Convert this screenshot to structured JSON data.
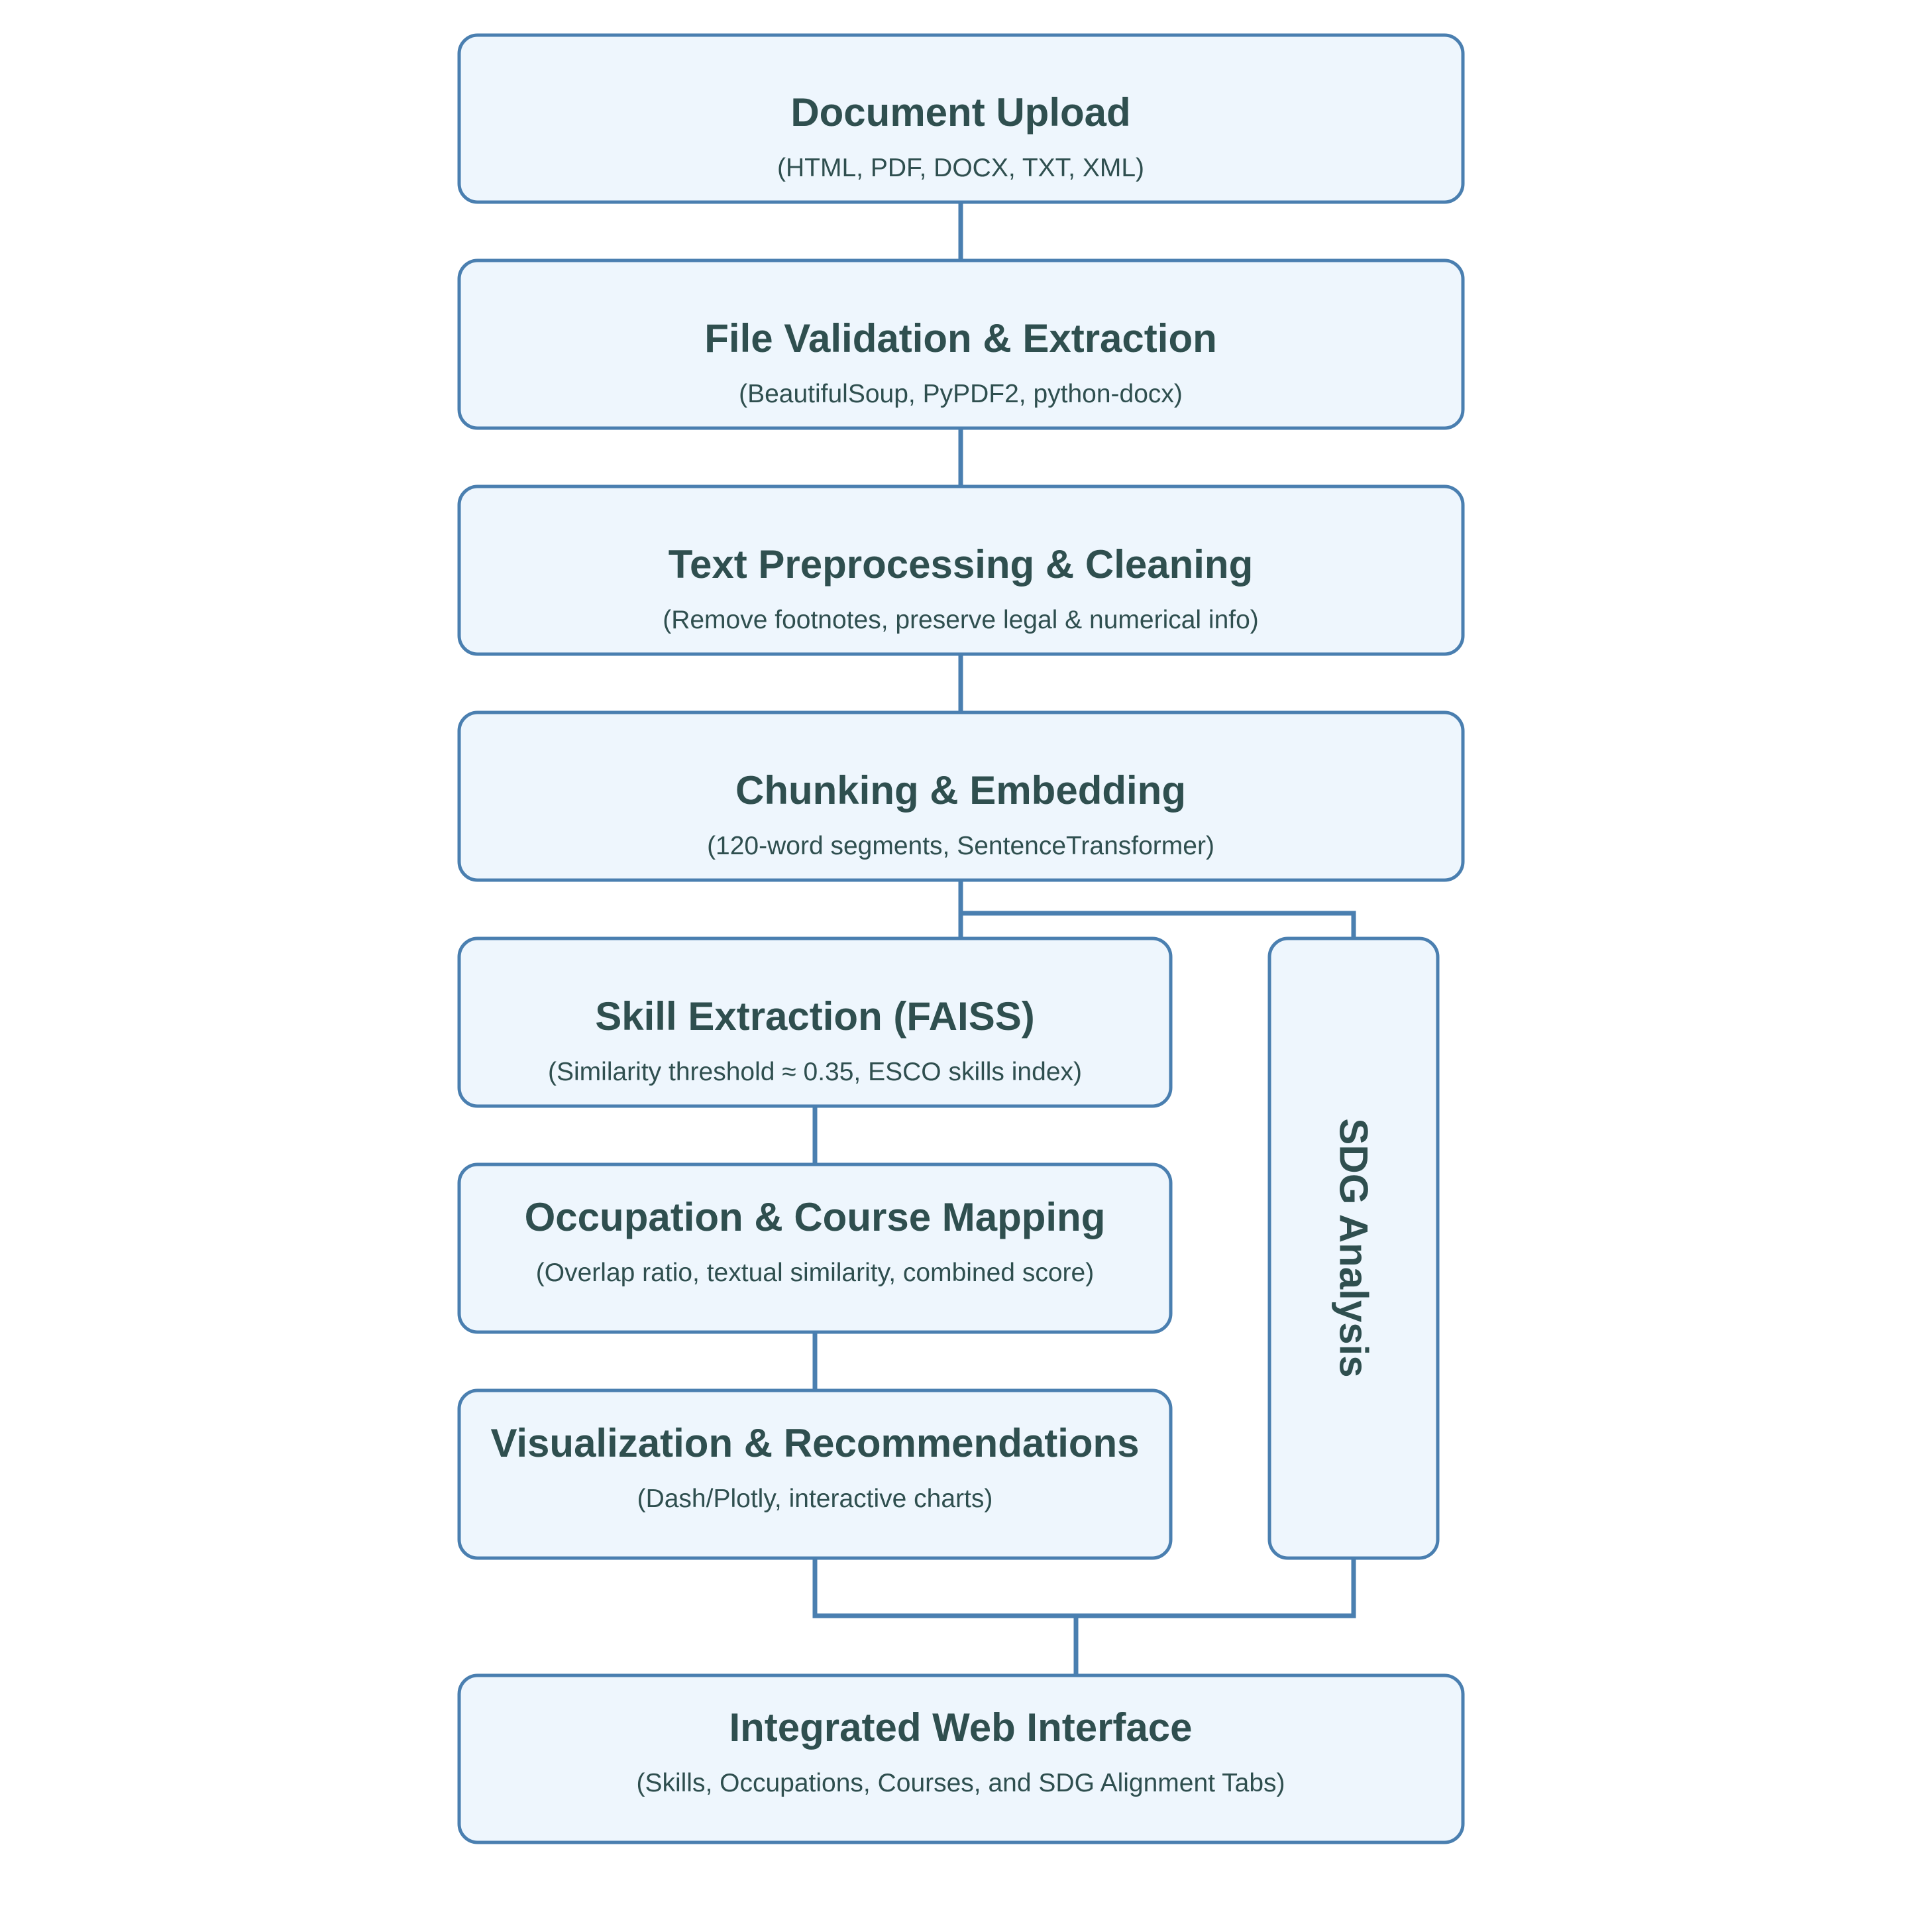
{
  "colors": {
    "box_fill": "#eef6fd",
    "box_stroke": "#4a7fb0",
    "connector": "#4a7fb0",
    "text": "#2f4f4f",
    "background": "#ffffff"
  },
  "steps": {
    "upload": {
      "title": "Document Upload",
      "subtitle": "(HTML, PDF, DOCX, TXT, XML)"
    },
    "validation": {
      "title": "File Validation & Extraction",
      "subtitle": "(BeautifulSoup, PyPDF2, python-docx)"
    },
    "preprocessing": {
      "title": "Text Preprocessing & Cleaning",
      "subtitle": "(Remove footnotes, preserve legal & numerical info)"
    },
    "chunking": {
      "title": "Chunking & Embedding",
      "subtitle": "(120-word segments, SentenceTransformer)"
    },
    "skills": {
      "title": "Skill Extraction (FAISS)",
      "subtitle": "(Similarity threshold ≈ 0.35, ESCO skills index)"
    },
    "mapping": {
      "title": "Occupation & Course Mapping",
      "subtitle": "(Overlap ratio, textual similarity, combined score)"
    },
    "visualization": {
      "title": "Visualization & Recommendations",
      "subtitle": "(Dash/Plotly, interactive charts)"
    },
    "sdg": {
      "title": "SDG Analysis"
    },
    "web": {
      "title": "Integrated Web Interface",
      "subtitle": "(Skills, Occupations, Courses, and SDG Alignment Tabs)"
    }
  }
}
